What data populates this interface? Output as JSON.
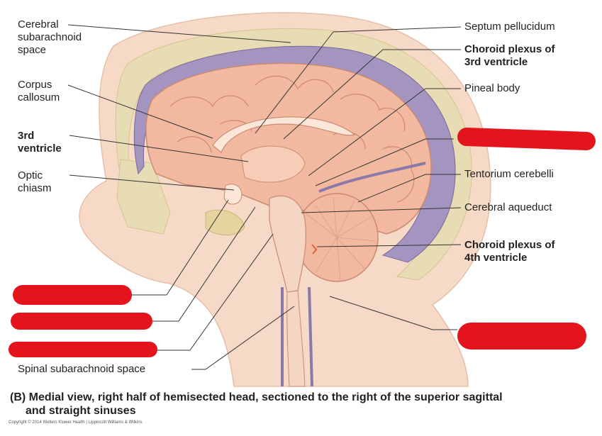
{
  "labels": {
    "cerebral_subarachnoid": [
      "Cerebral",
      "subarachnoid",
      "space"
    ],
    "corpus_callosum": [
      "Corpus",
      "callosum"
    ],
    "third_ventricle": [
      "3rd",
      "ventricle"
    ],
    "optic_chiasm": [
      "Optic",
      "chiasm"
    ],
    "septum_pellucidum": "Septum pellucidum",
    "choroid_plexus_3rd": [
      "Choroid plexus of",
      "3rd ventricle"
    ],
    "pineal_body": "Pineal body",
    "tentorium_cerebelli": "Tentorium cerebelli",
    "cerebral_aqueduct": "Cerebral aqueduct",
    "choroid_plexus_4th": [
      "Choroid plexus of",
      "4th ventricle"
    ],
    "spinal_subarachnoid": "Spinal subarachnoid space"
  },
  "caption": {
    "line1": "(B) Medial view, right half of hemisected head, sectioned to the right of the superior sagittal",
    "line2": "and straight sinuses"
  },
  "copyright": "Copyright © 2014 Wolters Kluwer Health | Lippincott Williams & Wilkins",
  "colors": {
    "brain": "#f3b9a0",
    "brain_stroke": "#c98a72",
    "meninges": "#8b79a8",
    "bone": "#e8dcb5",
    "skin": "#f6d9c7",
    "redaction": "#e3141b"
  }
}
